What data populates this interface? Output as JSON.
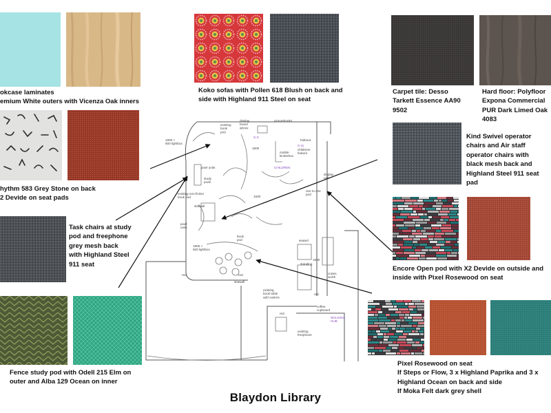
{
  "title": "Blaydon Library",
  "labels": {
    "bookcase": "okcase laminates\nemium White outers with Vicenza Oak inners",
    "koko": "Koko sofas with Pollen 618 Blush on back and\nside with Highland 911 Steel on seat",
    "carpet": "Carpet tile: Desso\nTarkett Essence  AA90\n9502",
    "hardfloor": "Hard floor: Polyfloor\nExpona Commercial\nPUR Dark Limed Oak\n4083",
    "rhythm": "hythm 583 Grey Stone on back\n2 Devide on seat pads",
    "kind": "Kind Swivel operator\nchairs and Air staff\noperator chairs with\nblack mesh back and\nHighland Steel 911 seat\npad",
    "task": "Task chairs at study\npod and freephone\ngrey mesh back\nwith Highland Steel\n911 seat",
    "encore": "Encore Open pod with X2 Devide on outside and\ninside with Pixel Rosewood on seat",
    "fence": "Fence study pod with Odell 215 Elm on\nouter and Alba 129 Ocean on inner",
    "pixel": "Pixel Rosewood on seat\nIf Steps or Flow, 3 x Highland Paprika and 3 x\nHighland Ocean on back and side\nIf Moka Felt dark grey shell"
  },
  "plan_labels": {
    "lightbox_top": "1800 ×\n500 lightbox",
    "existing_book_pod": "existing\nbook\npod",
    "display_board": "display\nboard\nabove",
    "picturebooks": "picturebooks",
    "ss": "S-S",
    "s11": "S-11",
    "mobile_kinderbox": "mobile\nkinderbox",
    "hideout": "hideout",
    "childrens_feature": "childrens\nfeature",
    "d1500a": "1500",
    "d1500b": "1500",
    "children": "CHILDREN",
    "display_unit": "display\nunit",
    "pixel_units": "pixel units",
    "study_pods": "study\npods",
    "existing_nonfiction": "existing non-fiction\nbook pod",
    "slatwall": "slatwall",
    "one_to_one": "one to one\npod",
    "pixel_units2": "pixel\nunits",
    "book_pod": "book\npod",
    "lightbox_bottom": "1800 ×\n500 lightbox",
    "seated": "seated",
    "d1800": "1800",
    "standing": "standing",
    "crates_worth": "crates\nworth",
    "slatwall2": "slatwall",
    "existing_book_table": "existing\nbook table\nadd castors",
    "coffee_cupboard": "coffee\ncupboard",
    "walking_hub": "WALKING\nHUB",
    "existing_freephone": "existing\nfreephone",
    "red1": "red",
    "red2": "red",
    "red3": "red",
    "red4": "red"
  },
  "colors": {
    "aqua": "#a6e3e4",
    "oak": "#d9b888",
    "pollen_red": "#d6373a",
    "steel_grey": "#474c52",
    "carpet_dark": "#3a3836",
    "limed_oak": "#5c544e",
    "rhythm_bg": "#e2e2e0",
    "devide_red": "#9b3b2a",
    "task_grey": "#4a4e52",
    "kind_grey": "#4c5257",
    "elm_green": "#4e5a36",
    "ocean_teal": "#2ea381",
    "rosewood": "#a64a38",
    "paprika": "#b45232",
    "highland_ocean": "#2d7e79"
  }
}
